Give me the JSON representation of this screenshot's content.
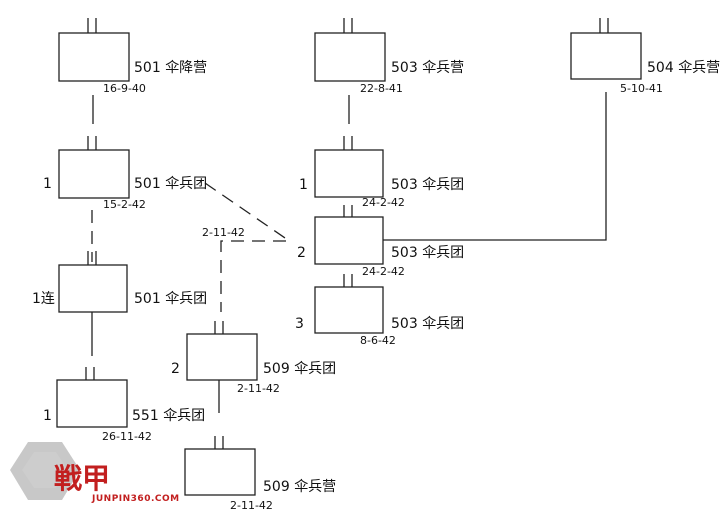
{
  "units": [
    {
      "id": "u501a",
      "number": "501",
      "name": "伞降营",
      "date": "16-9-40",
      "side": ""
    },
    {
      "id": "u501b",
      "number": "501",
      "name": "伞兵团",
      "date": "15-2-42",
      "side": "1"
    },
    {
      "id": "u501c",
      "number": "501",
      "name": "伞兵团",
      "date": "",
      "side": "1连"
    },
    {
      "id": "u551",
      "number": "551",
      "name": "伞兵团",
      "date": "26-11-42",
      "side": "1"
    },
    {
      "id": "u509a",
      "number": "509",
      "name": "伞兵团",
      "date": "2-11-42",
      "side": "2"
    },
    {
      "id": "u509b",
      "number": "509",
      "name": "伞兵营",
      "date": "2-11-42",
      "side": ""
    },
    {
      "id": "u503a",
      "number": "503",
      "name": "伞兵营",
      "date": "22-8-41",
      "side": ""
    },
    {
      "id": "u503b",
      "number": "503",
      "name": "伞兵团",
      "date": "24-2-42",
      "side": "1"
    },
    {
      "id": "u503c",
      "number": "503",
      "name": "伞兵团",
      "date": "24-2-42",
      "side": "2"
    },
    {
      "id": "u503d",
      "number": "503",
      "name": "伞兵团",
      "date": "8-6-42",
      "side": "3"
    },
    {
      "id": "u504",
      "number": "504",
      "name": "伞兵营",
      "date": "5-10-41",
      "side": ""
    }
  ],
  "annotations": {
    "transfer_date": "2-11-42"
  },
  "watermark": {
    "icon": "jp-logo-icon",
    "text": "JUNPIN360.COM",
    "accent": "#c21f1f"
  },
  "colors": {
    "line": "#222222",
    "box_border": "#222222"
  }
}
